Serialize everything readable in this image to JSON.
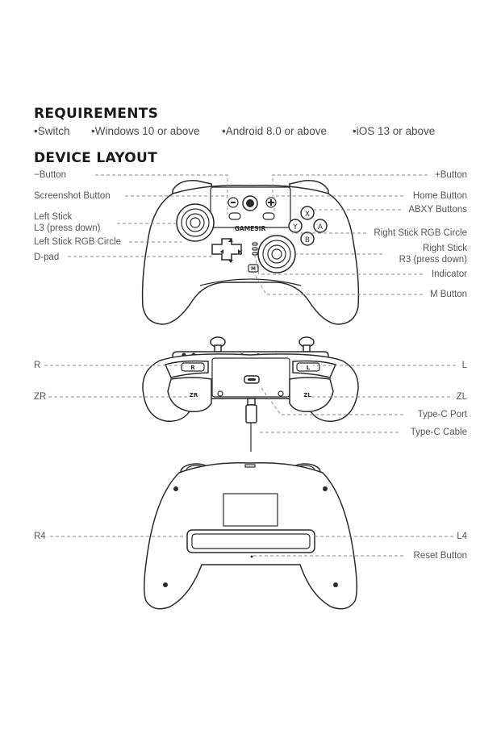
{
  "requirements": {
    "heading": "REQUIREMENTS",
    "items": [
      "•Switch",
      "•Windows 10 or above",
      "•Android 8.0 or above",
      "•iOS 13 or above"
    ]
  },
  "layout": {
    "heading": "DEVICE LAYOUT",
    "brand": "GAMESIR",
    "front_left": {
      "minus": "−Button",
      "screenshot": "Screenshot Button",
      "left_stick_1": "Left Stick",
      "left_stick_2": "L3 (press down)",
      "left_rgb": "Left Stick RGB Circle",
      "dpad": "D-pad"
    },
    "front_right": {
      "plus": "+Button",
      "home": "Home Button",
      "abxy": "ABXY Buttons",
      "right_rgb": "Right Stick RGB Circle",
      "right_stick_1": "Right Stick",
      "right_stick_2": "R3 (press down)",
      "indicator": "Indicator",
      "m_button": "M Button"
    },
    "top": {
      "r": "R",
      "zr": "ZR",
      "l": "L",
      "zl": "ZL",
      "typec_port": "Type-C Port",
      "typec_cable": "Type-C Cable"
    },
    "back": {
      "r4": "R4",
      "l4": "L4",
      "reset": "Reset Button"
    }
  }
}
